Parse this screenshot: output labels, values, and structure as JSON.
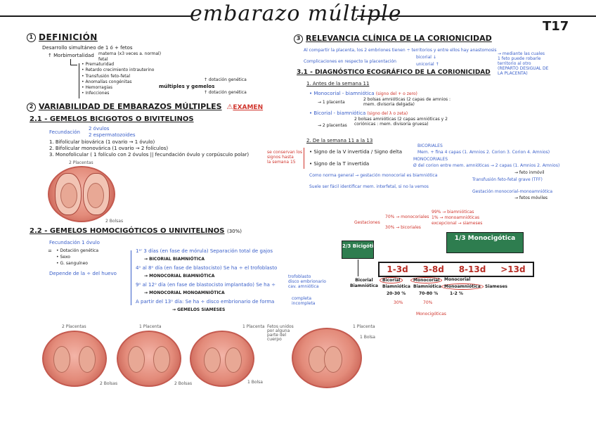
{
  "header": {
    "title": "embarazo múltiple",
    "topic": "T17"
  },
  "s1": {
    "num": "1",
    "title": "DEFINICIÓN",
    "def": "Desarrollo simultáneo de 1 ó + fetos",
    "morbi": "↑ Morbimortalidad",
    "morbi_sub": [
      "materna (x3 veces a. normal)",
      "fetal"
    ],
    "list": [
      "Prematuridad",
      "Retardo crecimiento intrauterino",
      "Transfusión feto-fetal",
      "Anomalías congénitas",
      "Hemorragias",
      "Infecciones"
    ],
    "gemelos_label": "múltiples y gemelos",
    "gemelos_sub": [
      "↑ dotación genética",
      "↑ dotación genética"
    ]
  },
  "s2": {
    "num": "2",
    "title": "VARIABILIDAD DE EMBARAZOS MÚLTIPLES",
    "exam": "EXAMEN",
    "s21_title": "2.1 - GEMELOS BICIGOTOS O BIVITELINOS",
    "fecundacion": "Fecundación",
    "fec_sub": [
      "2 óvulos",
      "2 espermatozoides"
    ],
    "items": [
      "1. Bifolicular biovárica (1 ovario → 1 óvulo)",
      "2. Bifolicular monovárica (1 ovario → 2 folículos)",
      "3. Monofolicular ( 1 folículo con 2 óvulos || fecundación óvulo y corpúsculo polar)"
    ],
    "img1_labels": [
      "2 Placentas",
      "2 Bolsas"
    ],
    "s22_title": "2.2 - GEMELOS HOMOCIGÓTICOS O UNIVITELINOS",
    "s22_pct": "(30%)",
    "fec1": "Fecundación 1 óvulo",
    "eq_items": [
      "Dotación genética",
      "Sexo",
      "G. sanguíneo"
    ],
    "depende": "Depende de la ÷ del huevo",
    "rows": [
      {
        "t": "1ᵉʳ 3 días (en fase de mórula) Separación total de gajos",
        "r": "BICORIAL BIAMNIÓTICA"
      },
      {
        "t": "4ᵒ al 8ᵒ día (en fase de blastocisto) Se ha ÷ el trofoblasto",
        "r": "MONOCORIAL BIAMNIÓTICA"
      },
      {
        "t": "9ᵒ al 12ᵒ día (en fase de blastocisto implantado) Se ha ÷",
        "r": "MONOCORIAL MONOAMNIÓTICA"
      },
      {
        "t": "A partir del 13ᵒ día: Se ha ÷ disco embrionario de forma",
        "r": "GEMELOS SIAMESES"
      }
    ],
    "row3_side": [
      "trofoblasto",
      "disco embrionario",
      "cav. amniótica"
    ],
    "row4_side": [
      "completa",
      "incompleta"
    ],
    "img_labels": [
      "2 Placentas",
      "1 Placenta",
      "1 Placenta",
      "2 Bolsas",
      "2 Bolsas",
      "1 Bolsa",
      "Fetos unidos por alguna parte del cuerpo",
      "1 Placenta",
      "1 Bolsa"
    ]
  },
  "s3": {
    "num": "3",
    "title": "RELEVANCIA CLÍNICA DE LA CORIONICIDAD",
    "p1": "Al compartir la placenta, los 2 embriones tienen ÷ territorios y entre ellos hay anastomosis",
    "p1_side": [
      "→ mediante las cuales",
      "1 feto puede robarle",
      "territorio al otro",
      "(REPARTO DESIGUAL DE",
      "LA PLACENTA)"
    ],
    "p2": "Complicaciones en respecto la placentación",
    "p2_sub": [
      "bicorial ↓",
      "unicorial ↑"
    ],
    "s31_title": "3.1 - DIAGNÓSTICO ECOGRÁFICO DE LA CORIONICIDAD",
    "a1": "1. Antes de la semana 11",
    "mono": "• Monocorial - biamniótica",
    "mono_sign": "(signo del + o zero)",
    "mono_sub": [
      "→ 1 placenta",
      "2 bolsas amnióticas (2 capas de amnios : mem. divisoria delgada)"
    ],
    "bico": "• Bicorial - biamniótica",
    "bico_sign": "(signo del λ o zeta)",
    "bico_sub": [
      "→ 2 placentas",
      "2 bolsas amnióticas (2 capas amnióticas y 2 coriónicas : mem. divisoria gruesa)"
    ],
    "a2": "2. De la semana 11 a la 13",
    "side_red": [
      "se conservan los",
      "signos hasta",
      "la semana 15"
    ],
    "sig1": "• Signo de la V invertida / Signo delta",
    "sig1_r": [
      "BICORIALES",
      "Mem. + fina 4 capas (1. Amnios 2. Corion 3. Corion 4. Amnios)"
    ],
    "sig2": "• Signo de la T invertida",
    "sig2_r": [
      "MONOCORIALES",
      "Ø del corion entre mem. amnióticas → 2 capas (1. Amnios 2. Amnios)"
    ],
    "norm": "Como norma general → gestación monocorial es biamniótica",
    "suele": "Suele ser fácil identificar mem. interfetal, si no la vemos",
    "suele_r": [
      "→ feto inmóvil",
      "Transfusión feto-fetal grave (TFF)",
      "Gestación monocorial-monoamniótica",
      "→ fetos móviles"
    ]
  },
  "diagram": {
    "gest": "Gestaciones",
    "g1": "70% → monocoriales",
    "g1_sub": [
      "99% → biamnióticas",
      "1% → monoamnióticas",
      "excepcional → siameses"
    ],
    "g2": "30% → bicoriales",
    "bicig": "2/3 Bicigótica",
    "monocig": "1/3 Monocigótica",
    "times": [
      "1-3d",
      "3-8d",
      "8-13d",
      ">13d"
    ],
    "types": [
      "Bicorial",
      "Monocorial",
      "Monocorial",
      "Siameses"
    ],
    "left_type": [
      "Bicorial",
      "Biamniótica"
    ],
    "subtypes": [
      "Biamniótica",
      "Biamniótica",
      "Monoamniótica"
    ],
    "pcts": [
      "20-30 %",
      "70-80 %",
      "1-2 %"
    ],
    "bottom": [
      "30%",
      "70%",
      "Monocigóticas"
    ]
  }
}
